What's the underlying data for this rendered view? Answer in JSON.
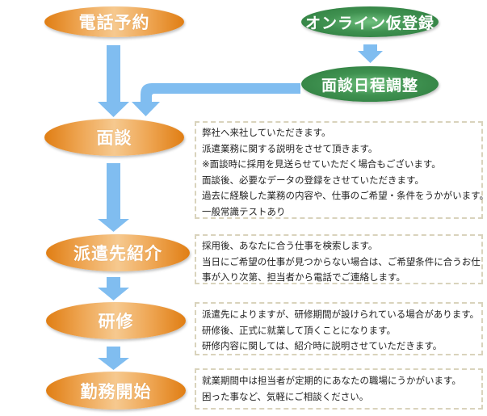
{
  "colors": {
    "orange_step": "#e88a1f",
    "green_step": "#3a8c4b",
    "arrow": "#80bdf0",
    "box_border": "#d9d3bc",
    "text": "#222222"
  },
  "steps": {
    "phone_reservation": "電話予約",
    "online_registration": "オンライン仮登録",
    "interview_scheduling": "面談日程調整",
    "interview": "面談",
    "placement": "派遣先紹介",
    "training": "研修",
    "work_start": "勤務開始"
  },
  "descriptions": {
    "interview": [
      "弊社へ来社していただきます。",
      "派遣業務に関する説明をさせて頂きます。",
      "※面談時に採用を見送らせていただく場合もございます。",
      "面談後、必要なデータの登録をさせていただきます。",
      "過去に経験した業務の内容や、仕事のご希望・条件をうかがいます。",
      "一般常識テストあり"
    ],
    "placement": [
      "採用後、あなたに合う仕事を検索します。",
      "当日にご希望の仕事が見つからない場合は、ご希望条件に合うお仕",
      "事が入り次第、担当者から電話でご連絡します。"
    ],
    "training": [
      "派遣先によりますが、研修期間が設けられている場合があります。",
      "研修後、正式に就業して頂くことになります。",
      "研修内容に関しては、紹介時に説明させていただきます。"
    ],
    "work_start": [
      "就業期間中は担当者が定期的にあなたの職場にうかがいます。",
      "困った事など、気軽にご相談ください。"
    ]
  }
}
